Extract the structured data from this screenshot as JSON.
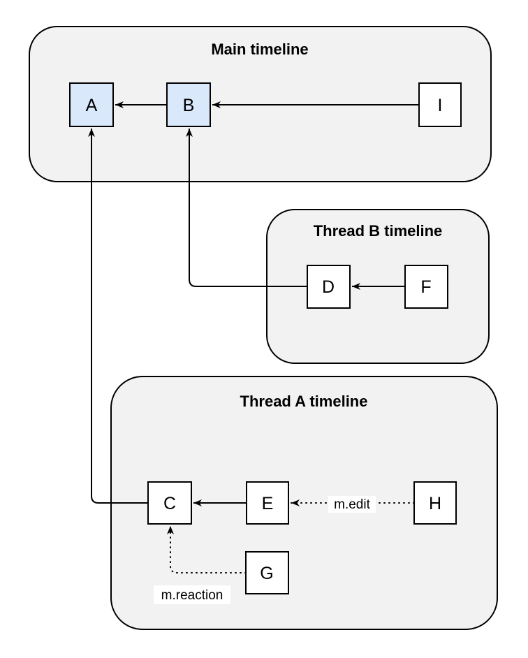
{
  "diagram": {
    "containers": [
      {
        "id": "main-timeline",
        "title": "Main timeline"
      },
      {
        "id": "thread-b-timeline",
        "title": "Thread B timeline"
      },
      {
        "id": "thread-a-timeline",
        "title": "Thread A timeline"
      }
    ],
    "nodes": [
      {
        "id": "A",
        "label": "A",
        "container": "main-timeline",
        "highlighted": true
      },
      {
        "id": "B",
        "label": "B",
        "container": "main-timeline",
        "highlighted": true
      },
      {
        "id": "I",
        "label": "I",
        "container": "main-timeline",
        "highlighted": false
      },
      {
        "id": "D",
        "label": "D",
        "container": "thread-b-timeline",
        "highlighted": false
      },
      {
        "id": "F",
        "label": "F",
        "container": "thread-b-timeline",
        "highlighted": false
      },
      {
        "id": "C",
        "label": "C",
        "container": "thread-a-timeline",
        "highlighted": false
      },
      {
        "id": "E",
        "label": "E",
        "container": "thread-a-timeline",
        "highlighted": false
      },
      {
        "id": "H",
        "label": "H",
        "container": "thread-a-timeline",
        "highlighted": false
      },
      {
        "id": "G",
        "label": "G",
        "container": "thread-a-timeline",
        "highlighted": false
      }
    ],
    "edges": [
      {
        "from": "B",
        "to": "A",
        "style": "solid",
        "label": ""
      },
      {
        "from": "I",
        "to": "B",
        "style": "solid",
        "label": ""
      },
      {
        "from": "F",
        "to": "D",
        "style": "solid",
        "label": ""
      },
      {
        "from": "D",
        "to": "B",
        "style": "solid",
        "label": ""
      },
      {
        "from": "E",
        "to": "C",
        "style": "solid",
        "label": ""
      },
      {
        "from": "C",
        "to": "A",
        "style": "solid",
        "label": ""
      },
      {
        "from": "H",
        "to": "E",
        "style": "dotted",
        "label": "m.edit"
      },
      {
        "from": "G",
        "to": "C",
        "style": "dotted",
        "label": "m.reaction"
      }
    ],
    "colors": {
      "container_fill": "#f2f2f2",
      "node_fill": "#ffffff",
      "node_highlight_fill": "#dae8fc",
      "stroke": "#000000",
      "label_bg": "#ffffff"
    }
  }
}
